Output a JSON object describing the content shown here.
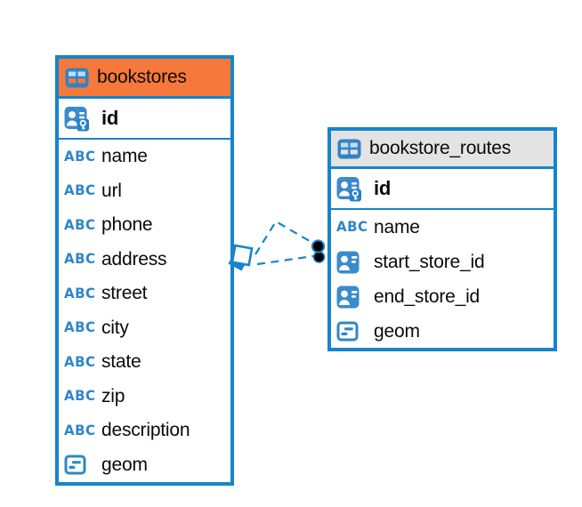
{
  "colors": {
    "accent_blue": "#1685CB",
    "icon_blue": "#2E86C8",
    "icon_fill_blue": "#3A8BCC",
    "header_orange": "#F6793B",
    "header_gray": "#E3E3E3",
    "connector_dot": "#000000"
  },
  "icons": {
    "text_glyph": "ABC"
  },
  "tables": [
    {
      "name": "bookstores",
      "header_style": "orange",
      "columns": [
        {
          "name": "id",
          "type": "primary-key"
        },
        {
          "name": "name",
          "type": "text"
        },
        {
          "name": "url",
          "type": "text"
        },
        {
          "name": "phone",
          "type": "text"
        },
        {
          "name": "address",
          "type": "text"
        },
        {
          "name": "street",
          "type": "text"
        },
        {
          "name": "city",
          "type": "text"
        },
        {
          "name": "state",
          "type": "text"
        },
        {
          "name": "zip",
          "type": "text"
        },
        {
          "name": "description",
          "type": "text"
        },
        {
          "name": "geom",
          "type": "object"
        }
      ]
    },
    {
      "name": "bookstore_routes",
      "header_style": "gray",
      "columns": [
        {
          "name": "id",
          "type": "primary-key"
        },
        {
          "name": "name",
          "type": "text"
        },
        {
          "name": "start_store_id",
          "type": "foreign-key"
        },
        {
          "name": "end_store_id",
          "type": "foreign-key"
        },
        {
          "name": "geom",
          "type": "object"
        }
      ]
    }
  ],
  "connections": {
    "style": "dashed",
    "line_count": 2
  }
}
